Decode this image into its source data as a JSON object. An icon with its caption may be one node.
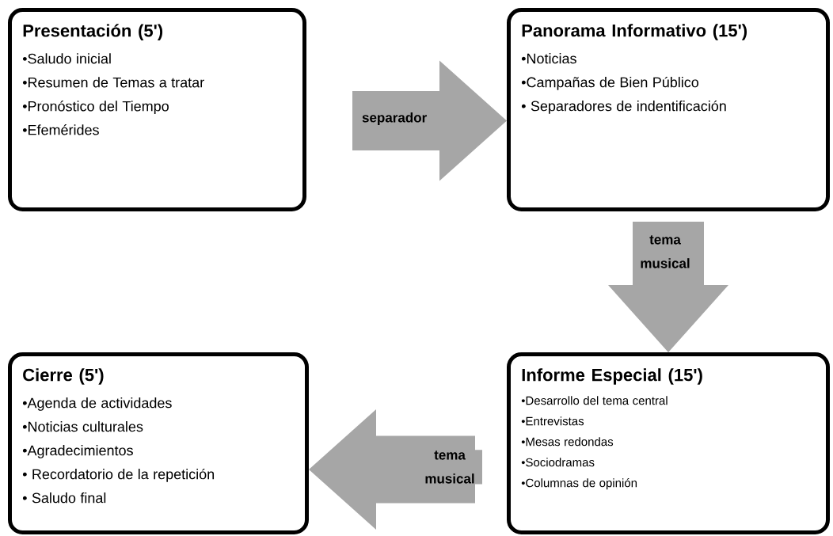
{
  "diagram": {
    "nodes": [
      {
        "text": [
          "Presentación (5')",
          "•Saludo inicial",
          "•Resumen de Temas a tratar",
          "•Pronóstico del Tiempo",
          "•Efemérides"
        ]
      },
      {
        "text": [
          "Panorama Informativo (15')",
          "•Noticias",
          "•Campañas de Bien Público",
          "• Separadores de indentificación"
        ]
      },
      {
        "text": [
          "Cierre (5')",
          "•Agenda de actividades",
          "•Noticias culturales",
          "•Agradecimientos",
          "• Recordatorio de la repetición",
          "• Saludo final"
        ]
      },
      {
        "text": [
          "Informe Especial (15')",
          "•Desarrollo del tema central",
          "•Entrevistas",
          "•Mesas redondas",
          "•Sociodramas",
          "•Columnas de opinión"
        ]
      }
    ],
    "edges": [
      {
        "from": 0,
        "to": 1,
        "arrow": "to",
        "label": "separador"
      },
      {
        "from": 1,
        "to": 3,
        "arrow": "to",
        "label": "tema musical"
      },
      {
        "from": 3,
        "to": 2,
        "arrow": "to",
        "label": "tema musical"
      }
    ]
  }
}
